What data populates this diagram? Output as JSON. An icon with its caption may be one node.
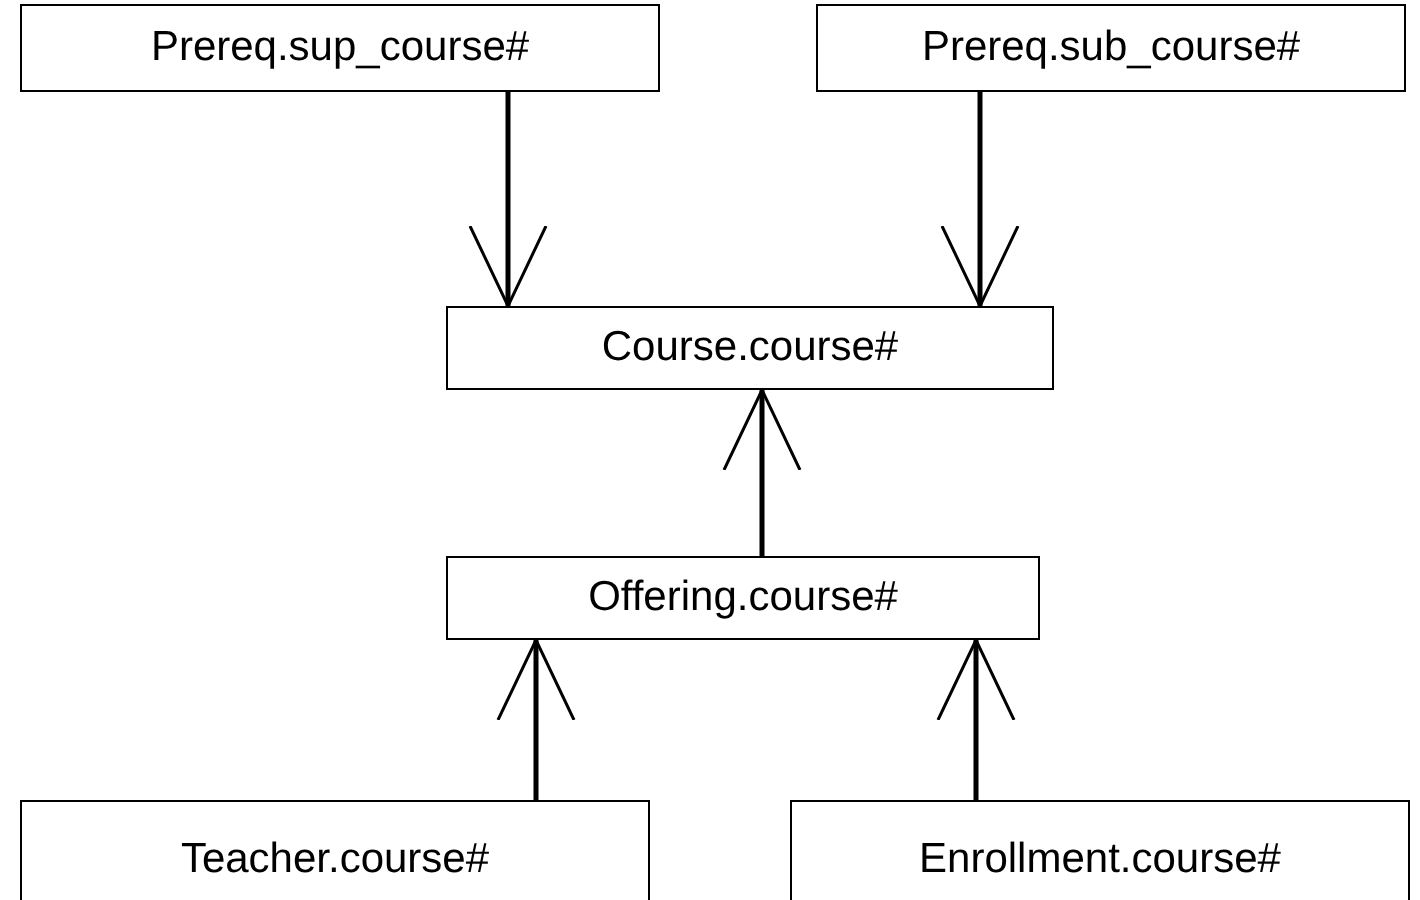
{
  "diagram": {
    "nodes": [
      {
        "text": [
          "Prereq.sup_course#"
        ]
      },
      {
        "text": [
          "Prereq.sub_course#"
        ]
      },
      {
        "text": [
          "Course.course#"
        ]
      },
      {
        "text": [
          "Offering.course#"
        ]
      },
      {
        "text": [
          "Teacher.course#"
        ]
      },
      {
        "text": [
          "Enrollment.course#"
        ]
      }
    ],
    "edges": [
      {
        "from": 0,
        "to": 2,
        "arrow": "to"
      },
      {
        "from": 1,
        "to": 2,
        "arrow": "to"
      },
      {
        "from": 3,
        "to": 2,
        "arrow": "to"
      },
      {
        "from": 4,
        "to": 3,
        "arrow": "to"
      },
      {
        "from": 5,
        "to": 3,
        "arrow": "to"
      }
    ]
  }
}
